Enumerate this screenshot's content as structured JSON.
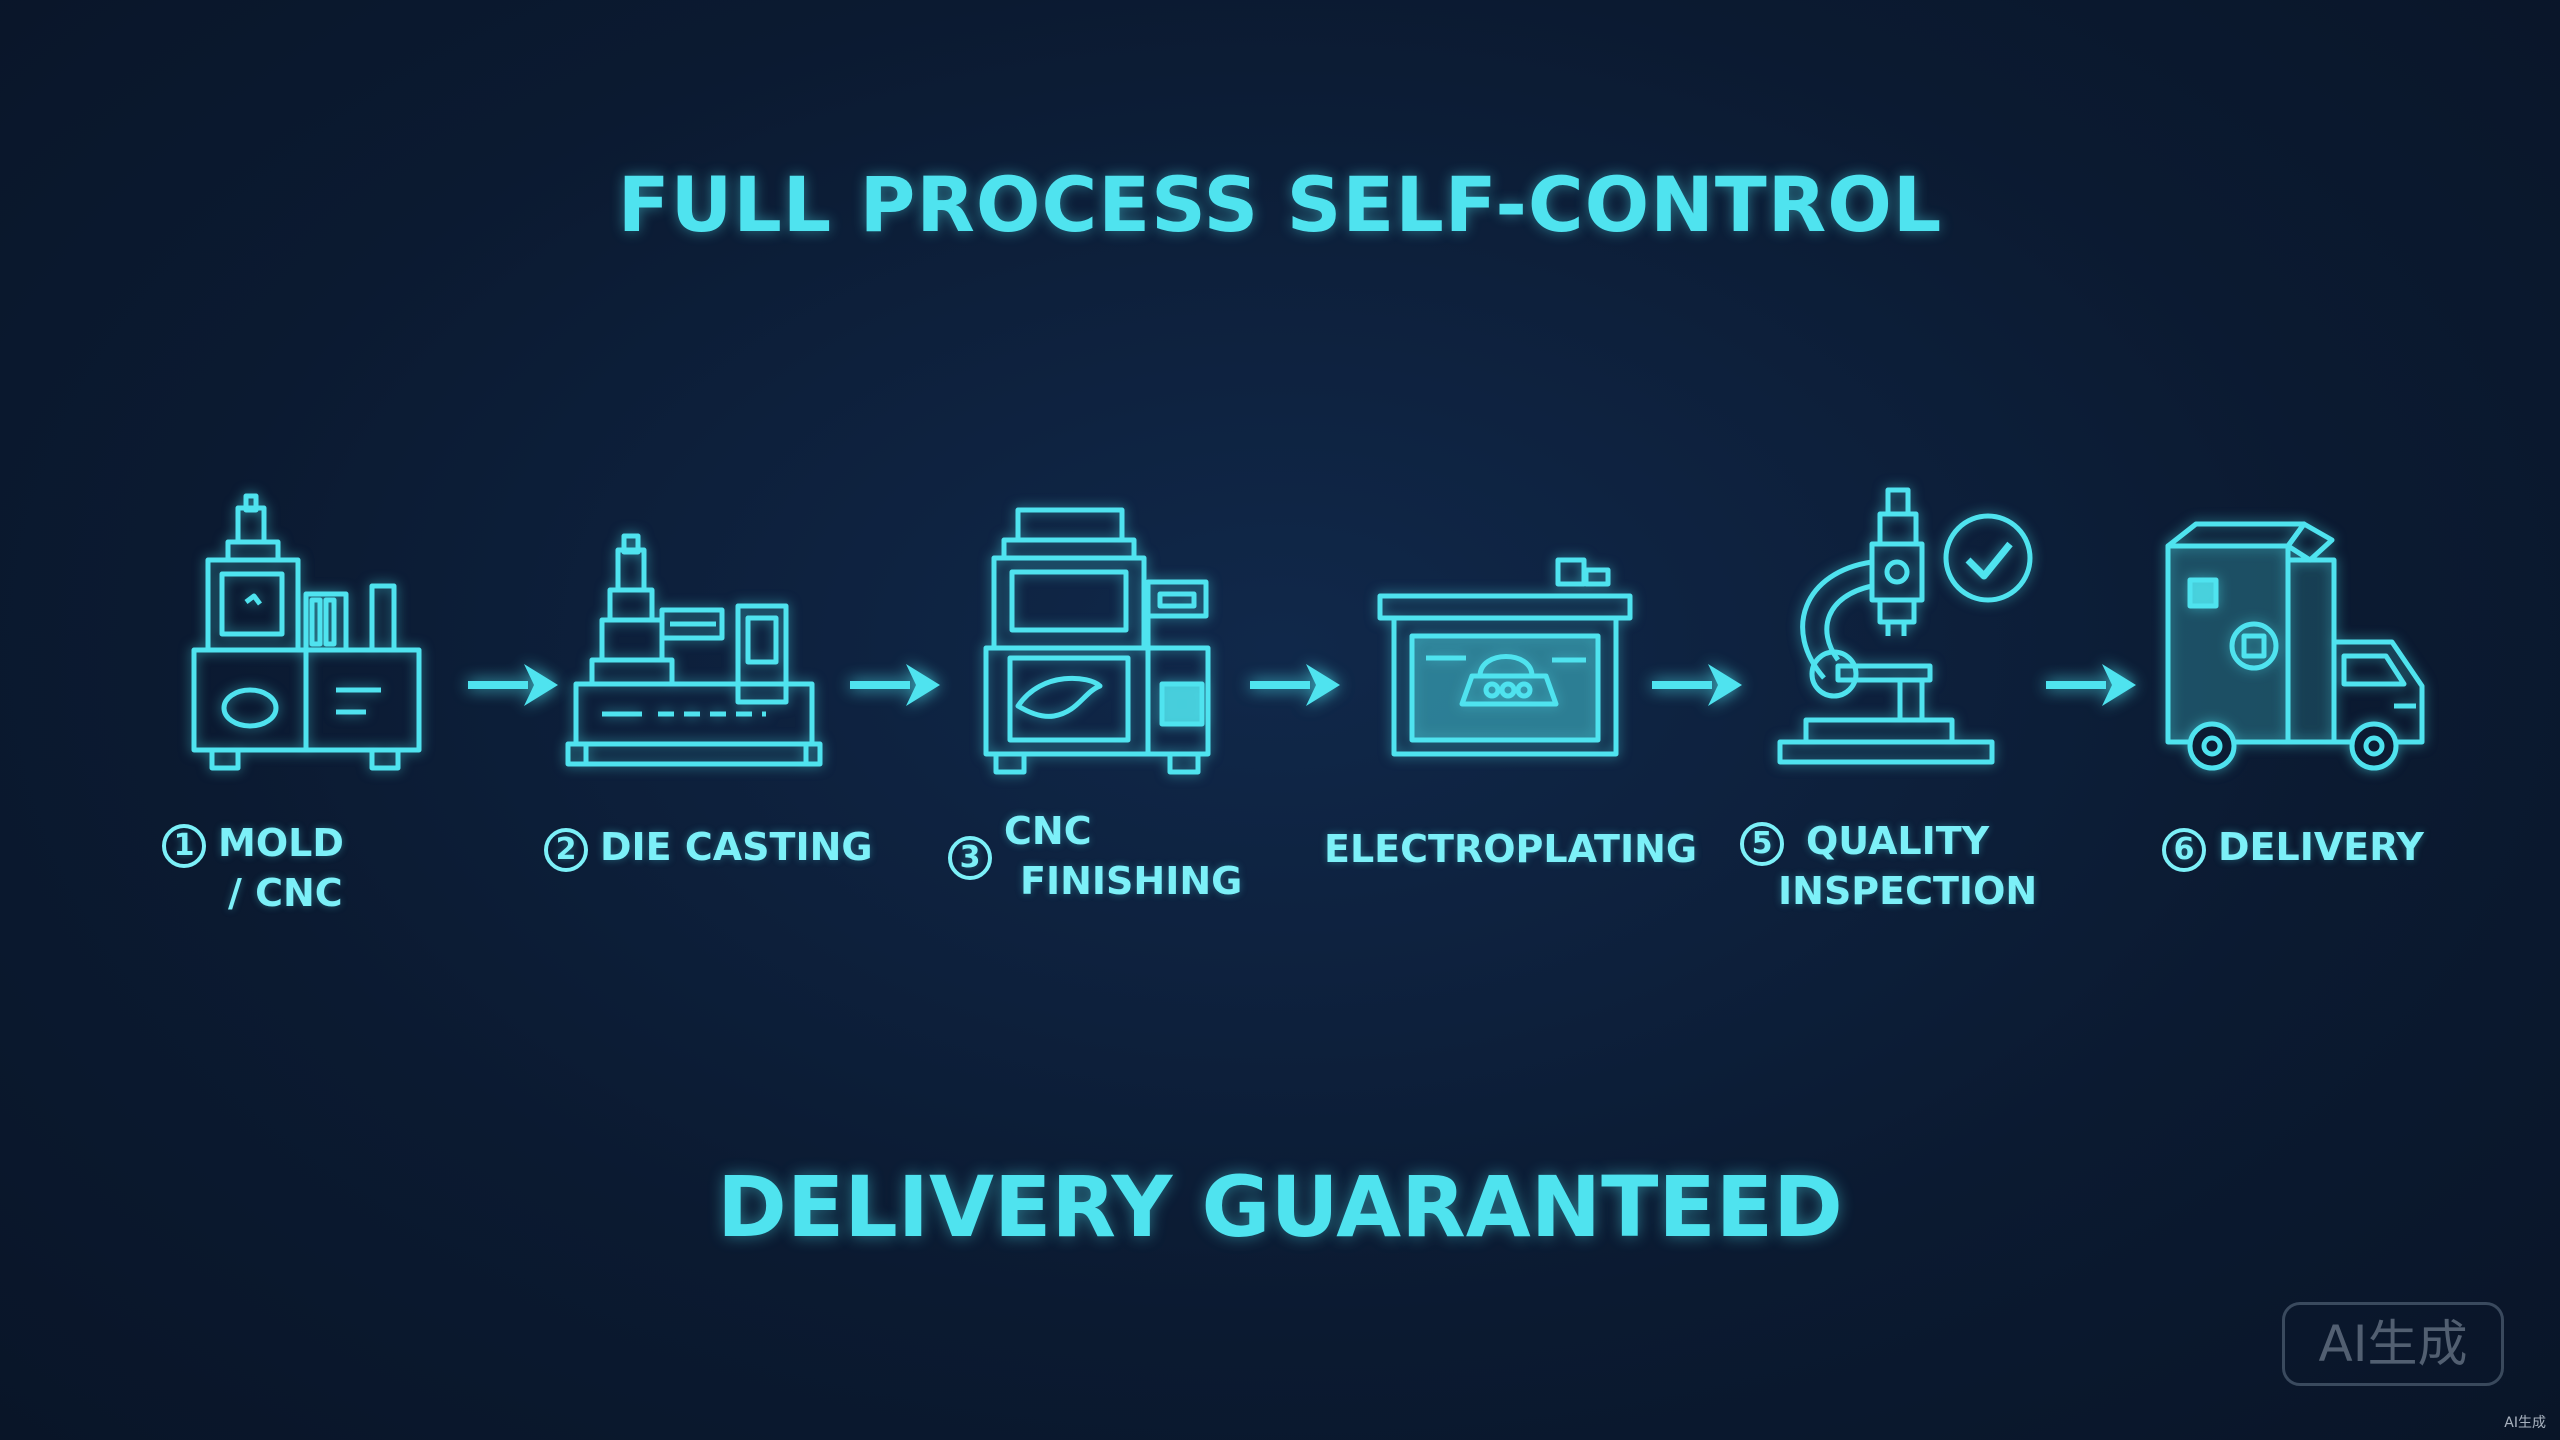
{
  "title": "FULL PROCESS SELF-CONTROL",
  "footer": "DELIVERY GUARANTEED",
  "steps": [
    {
      "num": "1",
      "line1": "MOLD",
      "line2": "/ CNC",
      "icon": "mold-cnc-machine-icon"
    },
    {
      "num": "2",
      "line1": "DIE CASTING",
      "line2": "",
      "icon": "die-casting-machine-icon"
    },
    {
      "num": "3",
      "line1": "CNC",
      "line2": "FINISHING",
      "icon": "cnc-finishing-machine-icon"
    },
    {
      "num": "",
      "line1": "ELECTROPLATING",
      "line2": "",
      "icon": "electroplating-tank-icon"
    },
    {
      "num": "5",
      "line1": "QUALITY",
      "line2": "INSPECTION",
      "icon": "microscope-check-icon"
    },
    {
      "num": "6",
      "line1": "DELIVERY",
      "line2": "",
      "icon": "delivery-truck-icon"
    }
  ],
  "badge": "AI生成",
  "corner_mark": "AI生成",
  "colors": {
    "background": "#0c1c33",
    "accent": "#4fe3ef",
    "label": "#7cf0f8"
  }
}
